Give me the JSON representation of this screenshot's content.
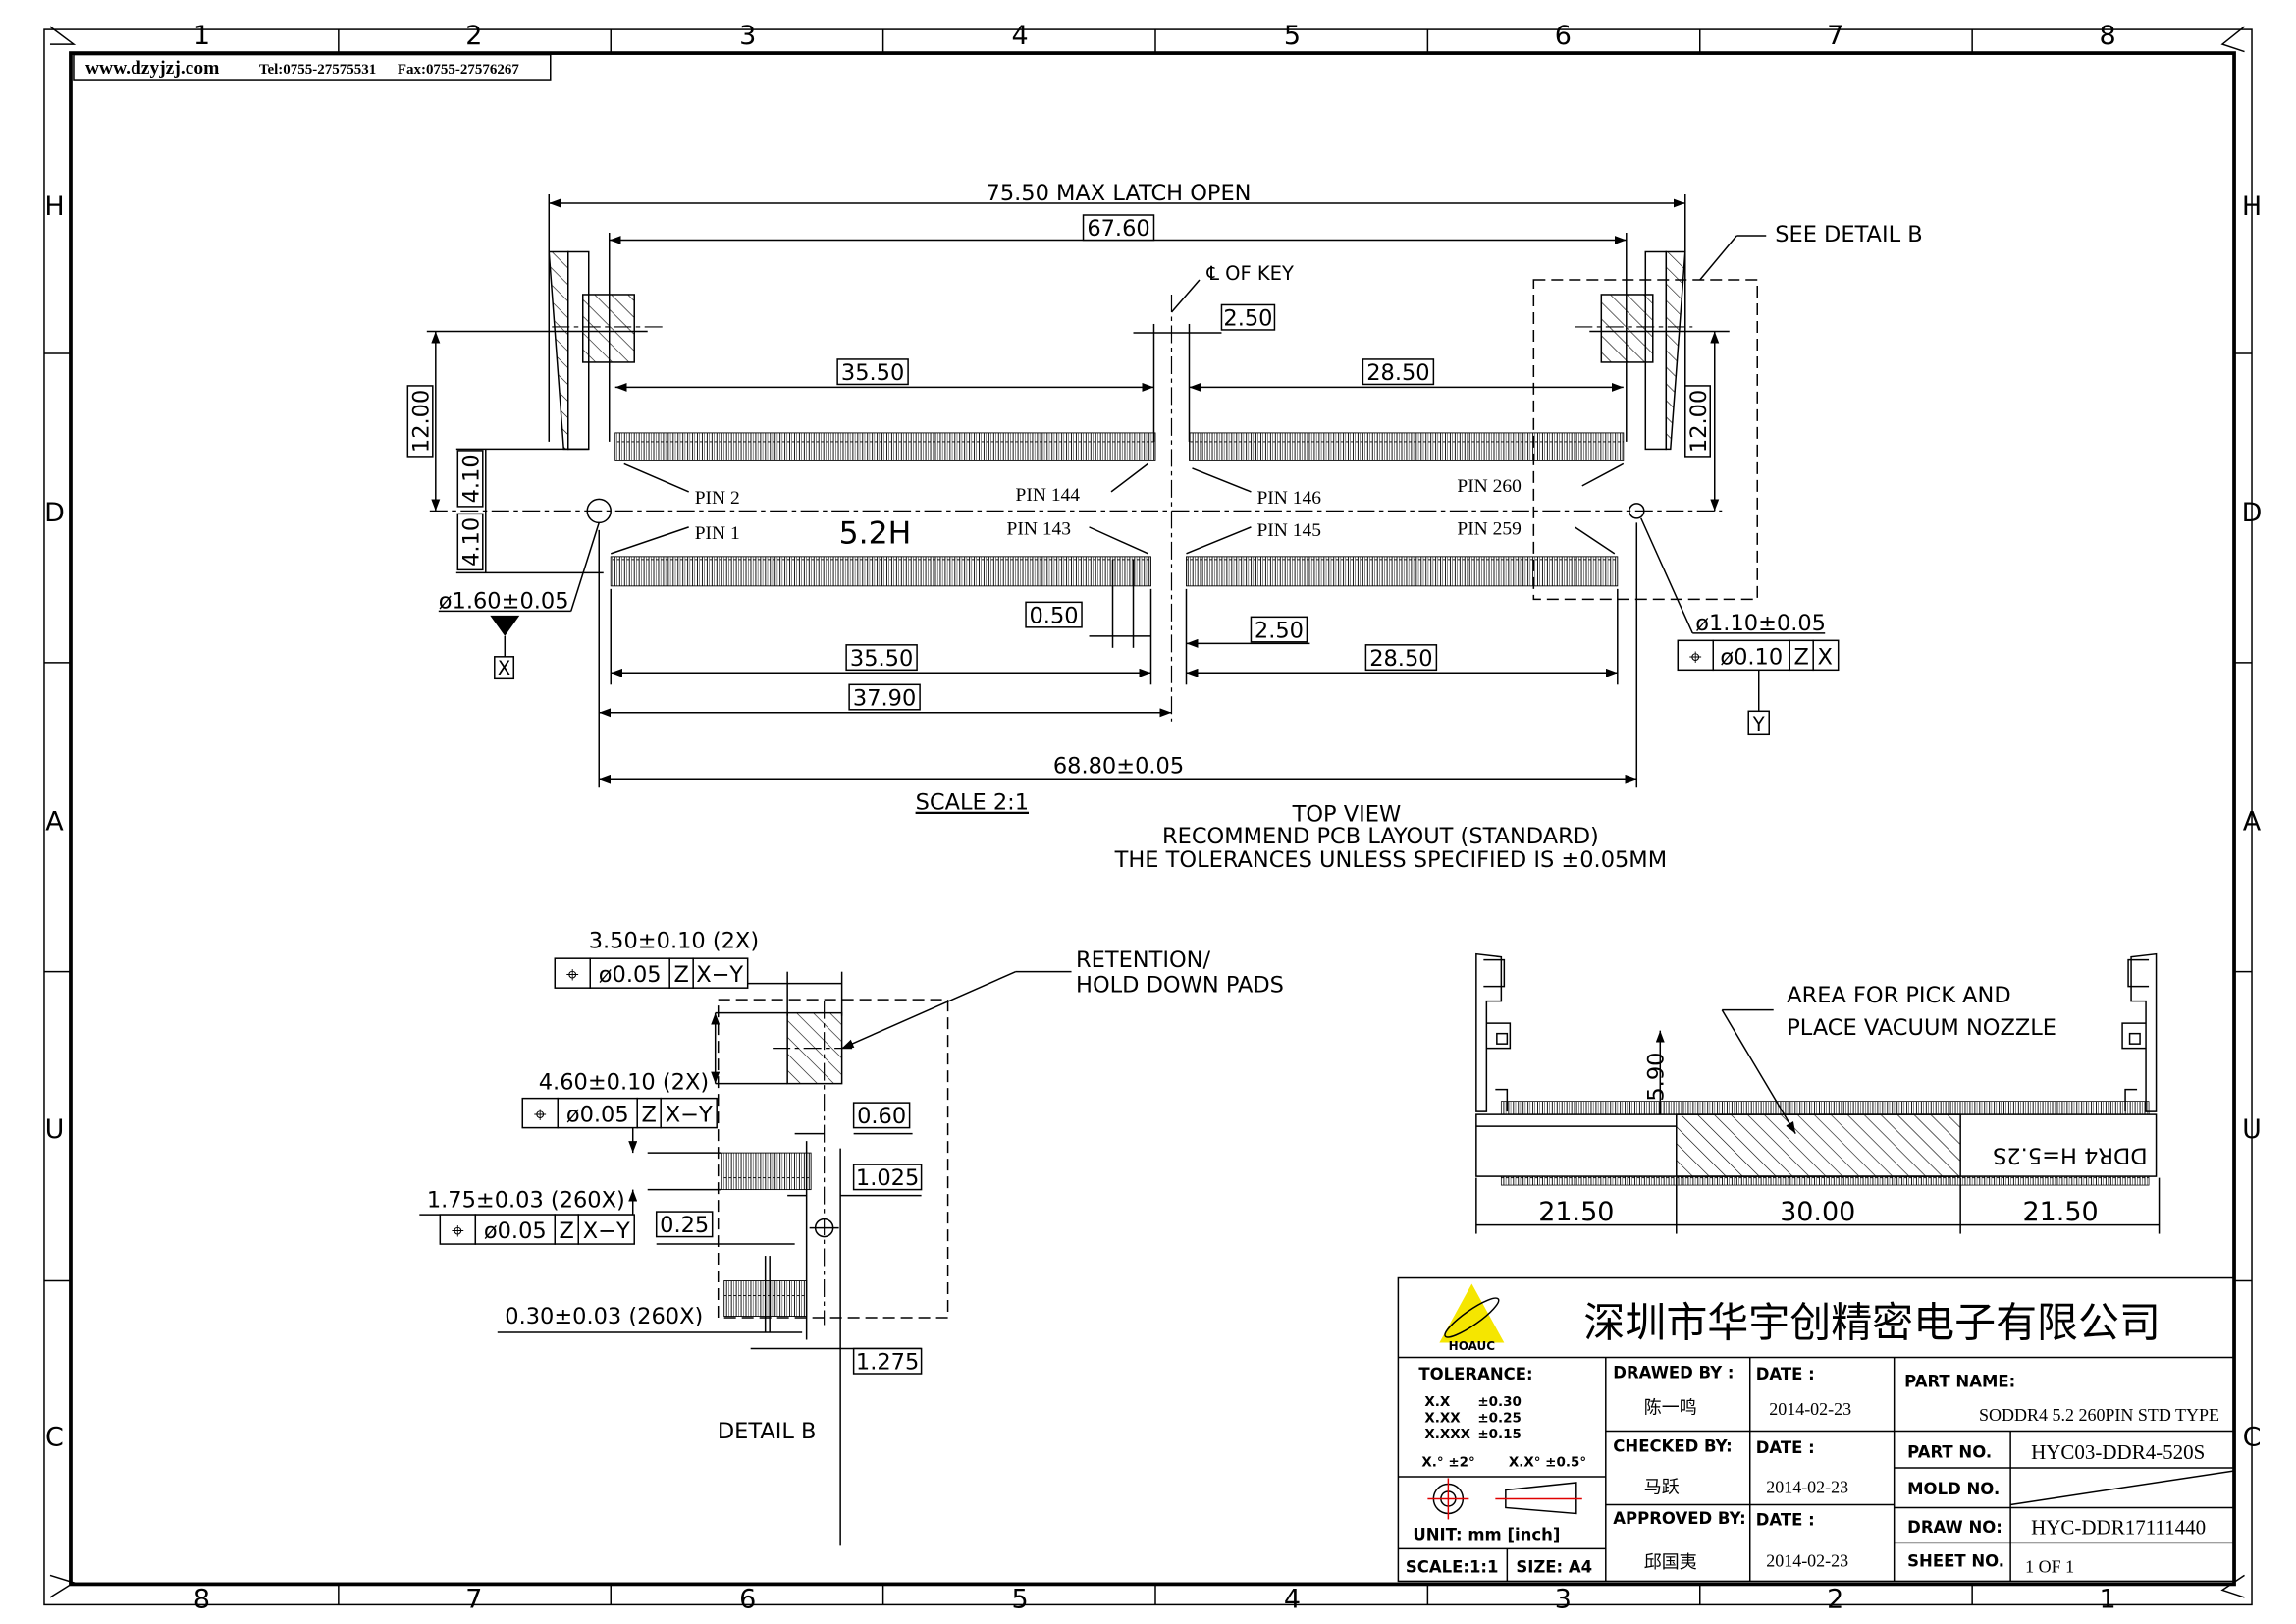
{
  "header": {
    "website": "www.dzyjzj.com",
    "tel": "Tel:0755-27575531",
    "fax": "Fax:0755-27576267"
  },
  "grid": {
    "columns_top": [
      "1",
      "2",
      "3",
      "4",
      "5",
      "6",
      "7",
      "8"
    ],
    "columns_bottom": [
      "8",
      "7",
      "6",
      "5",
      "4",
      "3",
      "2",
      "1"
    ],
    "rows_left": [
      "H",
      "D",
      "A",
      "U",
      "C"
    ],
    "rows_right": [
      "H",
      "D",
      "A",
      "U",
      "C"
    ]
  },
  "top_view": {
    "max_latch_open": "75.50  MAX  LATCH  OPEN",
    "overall": "67.60",
    "key_label": "℄  OF  KEY",
    "key_gap": "2.50",
    "left_top": "35.50",
    "right_top": "28.50",
    "height_left": "12.00",
    "height_right": "12.00",
    "row_offset_top": "4.10",
    "row_offset_bottom": "4.10",
    "see_detail": "SEE  DETAIL  B",
    "pins": [
      "PIN 2",
      "PIN 144",
      "PIN 146",
      "PIN 260",
      "PIN 1",
      "PIN 143",
      "PIN 145",
      "PIN 259"
    ],
    "height_mark": "5.2H",
    "hole_left": "ø1.60±0.05",
    "datum_x": "X",
    "hole_right": "ø1.10±0.05",
    "fcf_right": [
      "⌖",
      "ø0.10",
      "Z",
      "X"
    ],
    "datum_y": "Y",
    "pitch": "0.50",
    "key_gap_bottom": "2.50",
    "left_bottom": "35.50",
    "right_bottom": "28.50",
    "left_to_key": "37.90",
    "hole_spacing": "68.80±0.05",
    "scale": "SCALE  2:1",
    "notes": [
      "TOP  VIEW",
      "RECOMMEND  PCB  LAYOUT  (STANDARD)",
      "THE  TOLERANCES  UNLESS  SPECIFIED  IS  ±0.05MM"
    ]
  },
  "detail_b": {
    "pad_width": "3.50±0.10  (2X)",
    "fcf1": [
      "⌖",
      "ø0.05",
      "Z",
      "X−Y"
    ],
    "pad_height": "4.60±0.10  (2X)",
    "fcf2": [
      "⌖",
      "ø0.05",
      "Z",
      "X−Y"
    ],
    "pin_length": "1.75±0.03  (260X)",
    "fcf3": [
      "⌖",
      "ø0.05",
      "Z",
      "X−Y"
    ],
    "pin_width": "0.30±0.03  (260X)",
    "d060": "0.60",
    "d1025": "1.025",
    "d025": "0.25",
    "d1275": "1.275",
    "retention_label": [
      "RETENTION/",
      "HOLD  DOWN  PADS"
    ],
    "title": "DETAIL  B"
  },
  "side_view": {
    "area_label": [
      "AREA  FOR  PICK  AND",
      "PLACE  VACUUM  NOZZLE"
    ],
    "height": "5.90",
    "marking": "DDR4 H=5.2S",
    "widths": [
      "21.50",
      "30.00",
      "21.50"
    ]
  },
  "title_block": {
    "company": "深圳市华宇创精密电子有限公司",
    "logo_text": "HOAUC",
    "tolerance_label": "TOLERANCE:",
    "tolerances": [
      {
        "fmt": "X.X",
        "tol": "±0.30"
      },
      {
        "fmt": "X.XX",
        "tol": "±0.25"
      },
      {
        "fmt": "X.XXX",
        "tol": "±0.15"
      }
    ],
    "angle_tol": [
      "X.° ±2°",
      "X.X° ±0.5°"
    ],
    "unit": "UNIT:  mm  [inch]",
    "scale": "SCALE:1:1",
    "size": "SIZE:  A4",
    "drawed_by_label": "DRAWED  BY :",
    "drawed_by": "陈一鸣",
    "checked_by_label": "CHECKED  BY:",
    "checked_by": "马跃",
    "approved_by_label": "APPROVED  BY:",
    "approved_by": "邱国夷",
    "date_label": "DATE  :",
    "dates": [
      "2014-02-23",
      "2014-02-23",
      "2014-02-23"
    ],
    "part_name_label": "PART  NAME:",
    "part_name": "SODDR4  5.2  260PIN  STD  TYPE",
    "part_no_label": "PART  NO.",
    "part_no": "HYC03-DDR4-520S",
    "mold_no_label": "MOLD  NO.",
    "draw_no_label": "DRAW  NO:",
    "draw_no": "HYC-DDR17111440",
    "sheet_no_label": "SHEET  NO.",
    "sheet_no": "1  OF  1"
  },
  "colors": {
    "line": "#000000",
    "logo_yellow": "#f5e600",
    "symbol_red": "#e00000"
  }
}
